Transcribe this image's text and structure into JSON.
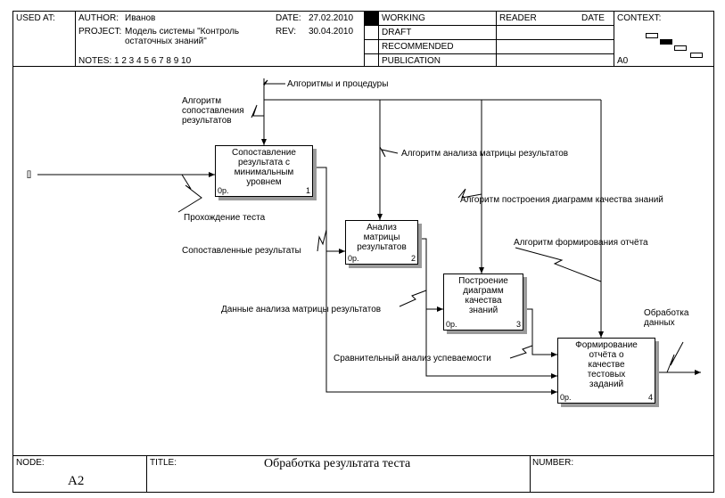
{
  "header": {
    "used_at_label": "USED AT:",
    "author_label": "AUTHOR:",
    "author_value": "Иванов",
    "date_label": "DATE:",
    "date_value": "27.02.2010",
    "project_label": "PROJECT:",
    "project_value": "Модель системы \"Контроль\nостаточных знаний\"",
    "rev_label": "REV:",
    "rev_value": "30.04.2010",
    "notes_label": "NOTES:",
    "notes_value": "1  2  3  4  5  6  7  8  9  10",
    "status_working": "WORKING",
    "status_draft": "DRAFT",
    "status_recommended": "RECOMMENDED",
    "status_publication": "PUBLICATION",
    "reader_label": "READER",
    "reader_date_label": "DATE",
    "context_label": "CONTEXT:",
    "context_node": "A0"
  },
  "diagram": {
    "boxes": [
      {
        "title": "Сопоставление\nрезультата с\nминимальным\nуровнем",
        "cost": "0р.",
        "number": "1"
      },
      {
        "title": "Анализ\nматрицы\nрезультатов",
        "cost": "0р.",
        "number": "2"
      },
      {
        "title": "Построение\nдиаграмм\nкачества\nзнаний",
        "cost": "0р.",
        "number": "3"
      },
      {
        "title": "Формирование\nотчёта о\nкачестве\nтестовых\nзаданий",
        "cost": "0р.",
        "number": "4"
      }
    ],
    "arrows": {
      "algorithms_procedures": "Алгоритмы и процедуры",
      "compare_algorithm": "Алгоритм\nсопоставления\nрезультатов",
      "matrix_algorithm": "Алгоритм анализа матрицы результатов",
      "diagram_algorithm": "Алгоритм построения диаграмм качества знаний",
      "report_algorithm": "Алгоритм формирования отчёта",
      "test_passing": "Прохождение теста",
      "compared_results": "Сопоставленные результаты",
      "matrix_data": "Данные анализа матрицы результатов",
      "comparative_analysis": "Сравнительный анализ успеваемости",
      "data_processing": "Обработка\nданных",
      "tunnel_mark": "[]"
    }
  },
  "footer": {
    "node_label": "NODE:",
    "node_value": "A2",
    "title_label": "TITLE:",
    "title_value": "Обработка результата теста",
    "number_label": "NUMBER:"
  }
}
